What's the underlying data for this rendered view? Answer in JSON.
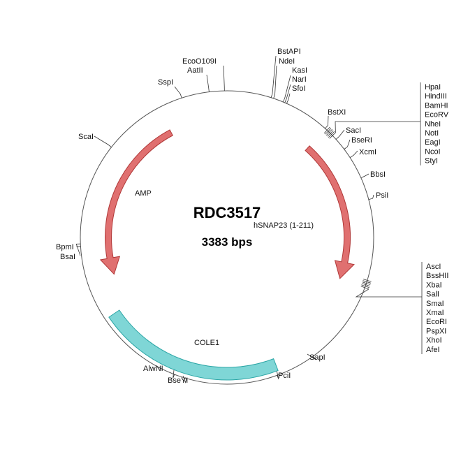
{
  "plasmid": {
    "name": "RDC3517",
    "size": "3383 bps"
  },
  "features": {
    "amp": "AMP",
    "insert": "hSNAP23 (1-211)",
    "ori": "COLE1"
  },
  "sites": {
    "sspi": "SspI",
    "aatii": "AatII",
    "ecoo109i": "EcoO109I",
    "bstapi": "BstAPI",
    "ndei": "NdeI",
    "kasi": "KasI",
    "nari": "NarI",
    "sfoi": "SfoI",
    "bstxi": "BstXI",
    "saci": "SacI",
    "bseri": "BseRI",
    "xcmi": "XcmI",
    "bbsi": "BbsI",
    "psii": "PsiI",
    "sapi": "SapI",
    "pcii": "PciI",
    "bseyi": "BseYI",
    "alwni": "AlwNI",
    "bpmi": "BpmI",
    "bsai": "BsaI",
    "scai": "ScaI"
  },
  "cluster1": [
    "HpaI",
    "HindIII",
    "BamHI",
    "EcoRV",
    "NheI",
    "NotI",
    "EagI",
    "NcoI",
    "StyI"
  ],
  "cluster2": [
    "AscI",
    "BssHII",
    "XbaI",
    "SalI",
    "SmaI",
    "XmaI",
    "EcoRI",
    "PspXI",
    "XhoI",
    "AfeI"
  ],
  "colors": {
    "amp": "#e07070",
    "ori": "#7fd6d6",
    "backbone": "#555555"
  }
}
